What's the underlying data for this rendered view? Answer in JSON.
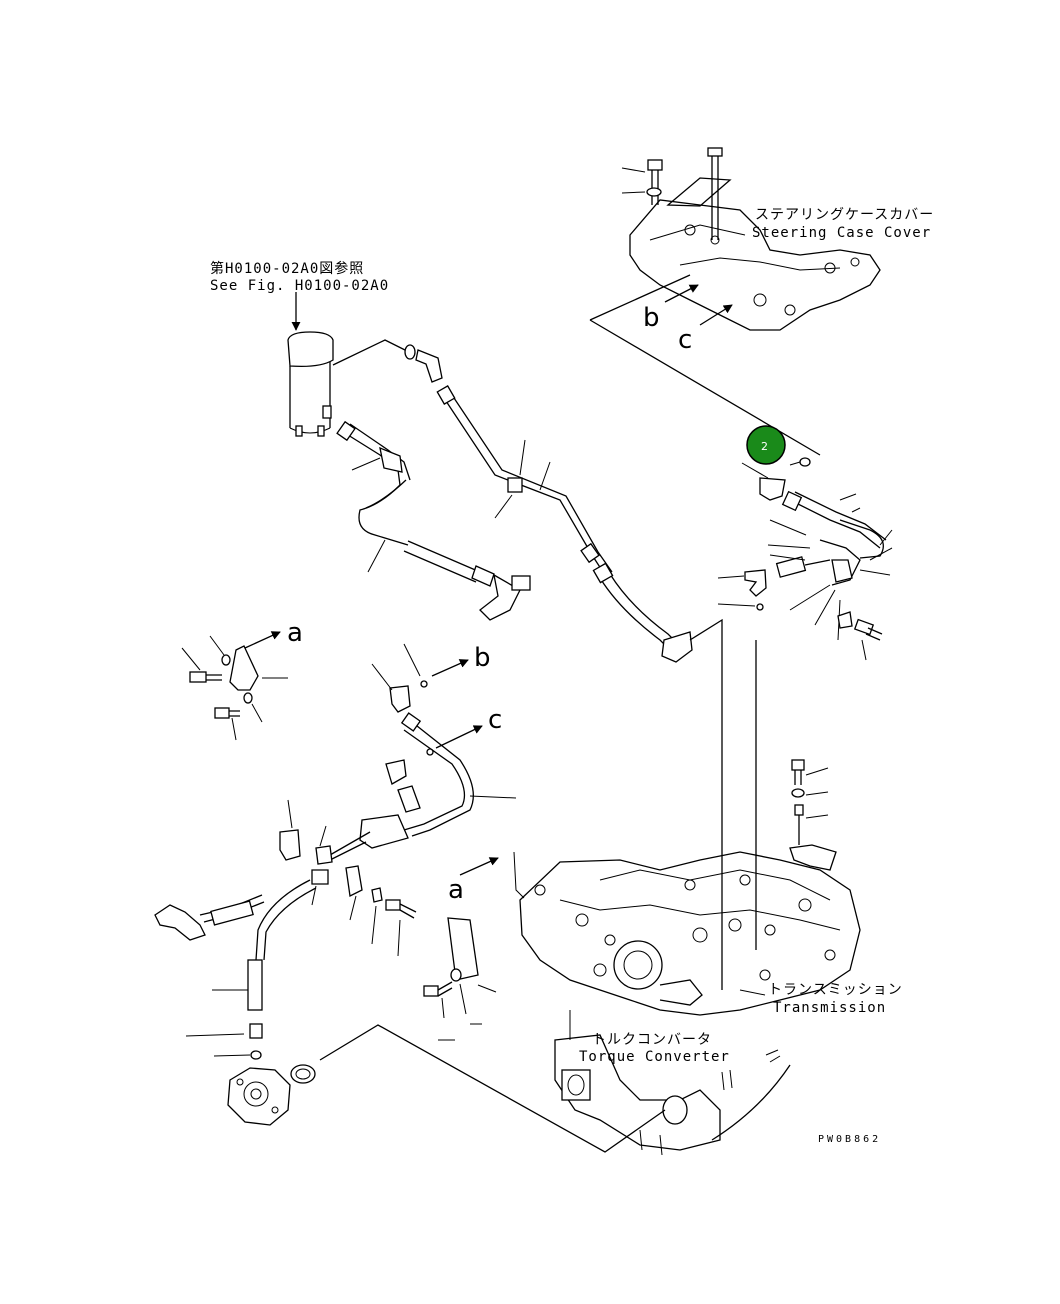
{
  "labels": {
    "ref_jp": "第H0100-02A0図参照",
    "ref_en": "See Fig. H0100-02A0",
    "steering_jp": "ステアリングケースカバー",
    "steering_en": "Steering Case Cover",
    "transmission_jp": "トランスミッション",
    "transmission_en": "Transmission",
    "torque_jp": "トルクコンバータ",
    "torque_en": "Torque Converter",
    "drawing_code": "PW0B862"
  },
  "letters": {
    "a": "a",
    "b": "b",
    "c": "c"
  },
  "callout": {
    "number": "2",
    "color": "#1a8a1a"
  }
}
